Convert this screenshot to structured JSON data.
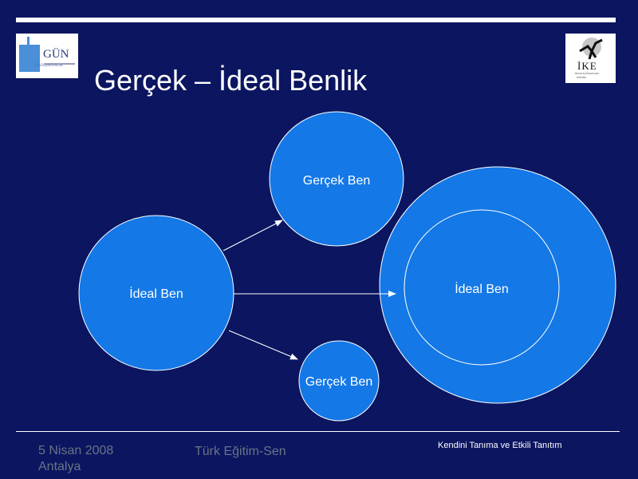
{
  "slide": {
    "title": "Gerçek – İdeal Benlik",
    "logos": {
      "left": {
        "name": "gun-logo",
        "text": "GÜN",
        "subtext": "DANIŞMANLIK"
      },
      "right": {
        "name": "ike-logo",
        "text": "İKE",
        "subtext1": "İNSAN KAYNAKLARI",
        "subtext2": "EĞİTİMİ"
      }
    }
  },
  "diagram": {
    "nodes": [
      {
        "id": "ideal-ben-source",
        "label": "İdeal Ben"
      },
      {
        "id": "gercek-ben-top",
        "label": "Gerçek Ben"
      },
      {
        "id": "gercek-ben-bottom",
        "label": "Gerçek Ben"
      },
      {
        "id": "overlap-outer",
        "label": ""
      },
      {
        "id": "overlap-inner",
        "label": "İdeal Ben"
      }
    ],
    "edges": [
      {
        "from": "ideal-ben-source",
        "to": "gercek-ben-top"
      },
      {
        "from": "ideal-ben-source",
        "to": "overlap-outer"
      },
      {
        "from": "ideal-ben-source",
        "to": "gercek-ben-bottom"
      }
    ]
  },
  "footer": {
    "date_line1": "5 Nisan 2008",
    "date_line2": "Antalya",
    "organization": "Türk Eğitim-Sen",
    "topic": "Kendini Tanıma ve Etkili Tanıtım"
  },
  "colors": {
    "background": "#0b1560",
    "circle_fill": "#1478e6",
    "line": "#ffffff",
    "text": "#ffffff",
    "footer_text": "#6b7385"
  }
}
